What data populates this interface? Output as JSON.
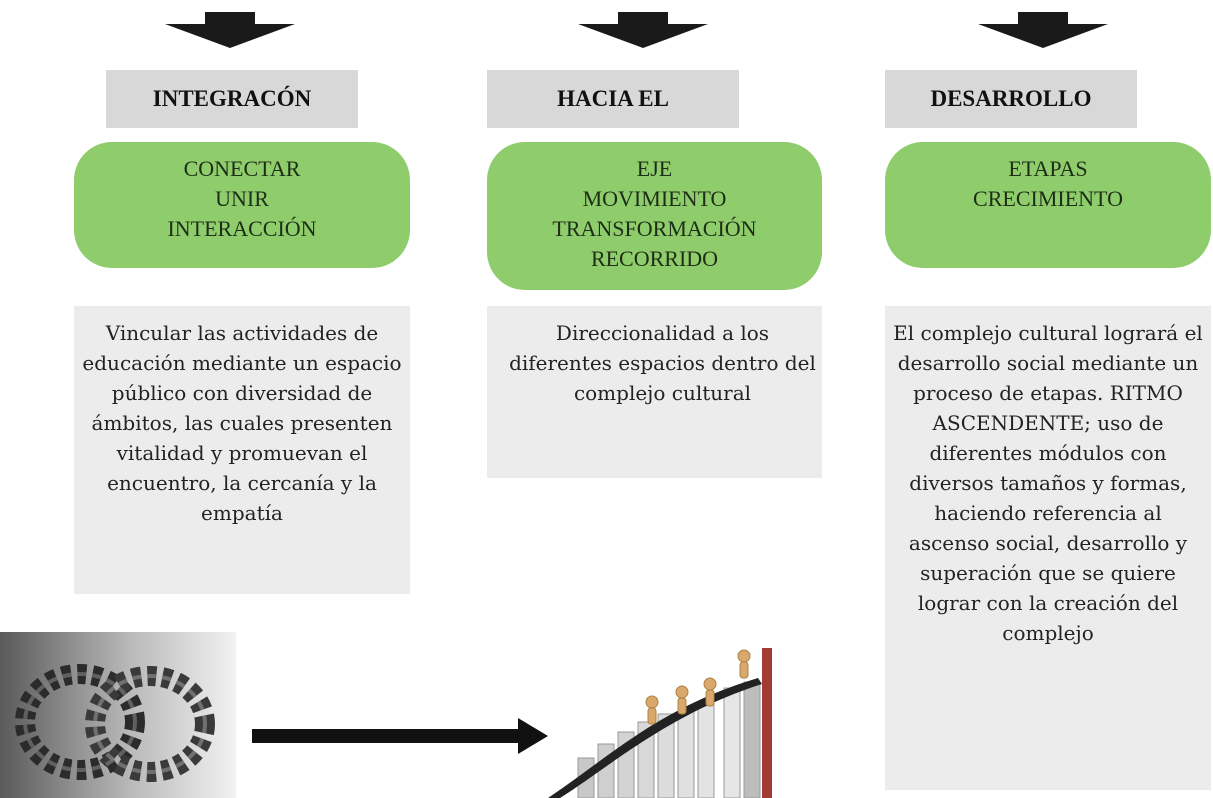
{
  "columns": [
    {
      "header": "INTEGRACÓN",
      "keywords": [
        "CONECTAR",
        "UNIR",
        "INTERACCIÓN"
      ],
      "description": "Vincular las actividades de educación mediante un espacio público con diversidad de ámbitos, las cuales presenten vitalidad y promuevan el encuentro, la cercanía y la empatía"
    },
    {
      "header": "HACIA EL",
      "keywords": [
        "EJE",
        "MOVIMIENTO",
        "TRANSFORMACIÓN",
        "RECORRIDO"
      ],
      "description": "Direccionalidad a los diferentes espacios dentro del complejo cultural"
    },
    {
      "header": "DESARROLLO",
      "keywords": [
        "ETAPAS",
        "CRECIMIENTO"
      ],
      "description": "El complejo cultural logrará el desarrollo social mediante un proceso de etapas. RITMO ASCENDENTE; uso de diferentes módulos con diversos tamaños y formas, haciendo referencia al ascenso social, desarrollo y superación que se quiere lograr con la creación del complejo"
    }
  ],
  "images": {
    "left": "figures-circle-illustration",
    "right": "people-climbing-bar-chart-illustration"
  },
  "colors": {
    "header_bg": "#d8d8d8",
    "pill_bg": "#8fcd6c",
    "desc_bg": "#ececec",
    "arrow": "#1a1a1a"
  }
}
